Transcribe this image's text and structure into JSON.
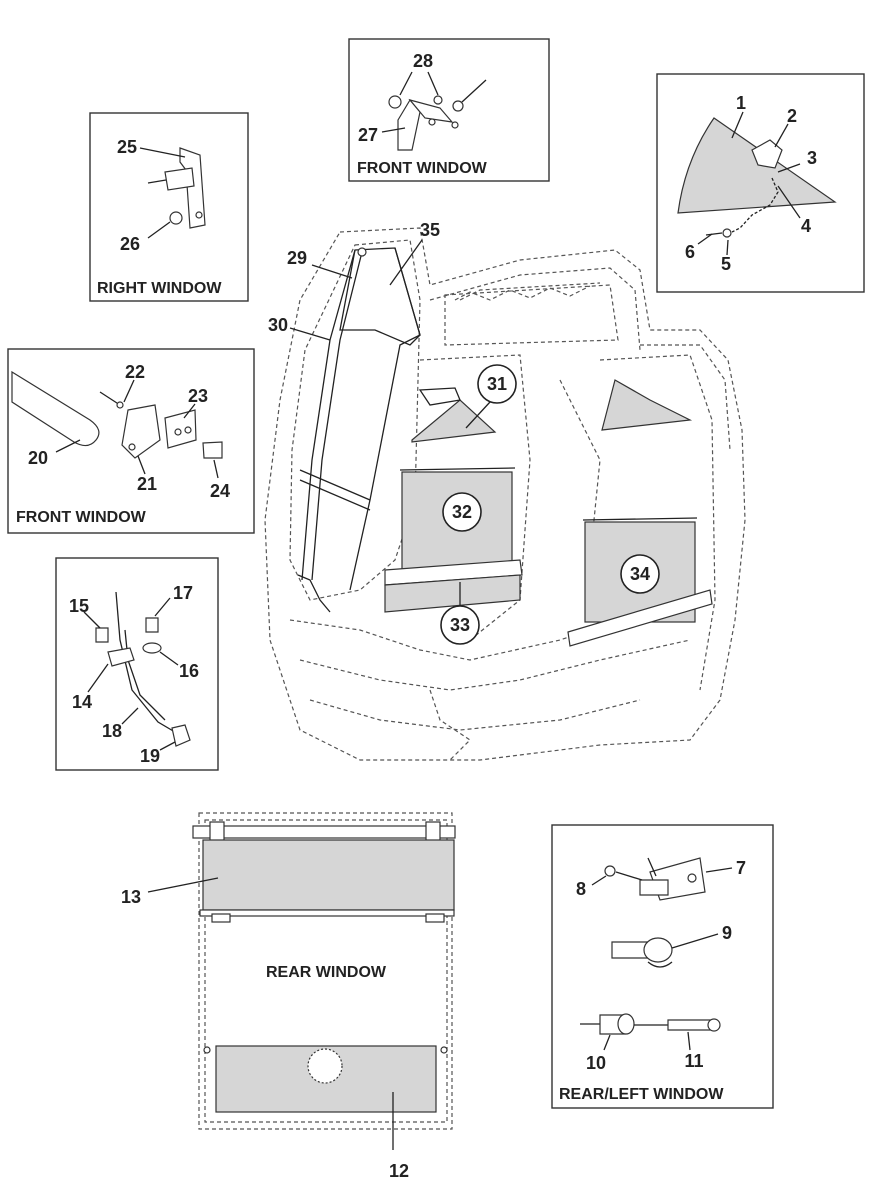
{
  "captions": {
    "front_window_top": "FRONT WINDOW",
    "right_window": "RIGHT WINDOW",
    "front_window_left": "FRONT WINDOW",
    "rear_window": "REAR WINDOW",
    "rear_left_window": "REAR/LEFT WINDOW"
  },
  "callouts": {
    "c1": "1",
    "c2": "2",
    "c3": "3",
    "c4": "4",
    "c5": "5",
    "c6": "6",
    "c7": "7",
    "c8": "8",
    "c9": "9",
    "c10": "10",
    "c11": "11",
    "c12": "12",
    "c13": "13",
    "c14": "14",
    "c15": "15",
    "c16": "16",
    "c17": "17",
    "c18": "18",
    "c19": "19",
    "c20": "20",
    "c21": "21",
    "c22": "22",
    "c23": "23",
    "c24": "24",
    "c25": "25",
    "c26": "26",
    "c27": "27",
    "c28": "28",
    "c29": "29",
    "c30": "30",
    "c31": "31",
    "c32": "32",
    "c33": "33",
    "c34": "34",
    "c35": "35"
  }
}
